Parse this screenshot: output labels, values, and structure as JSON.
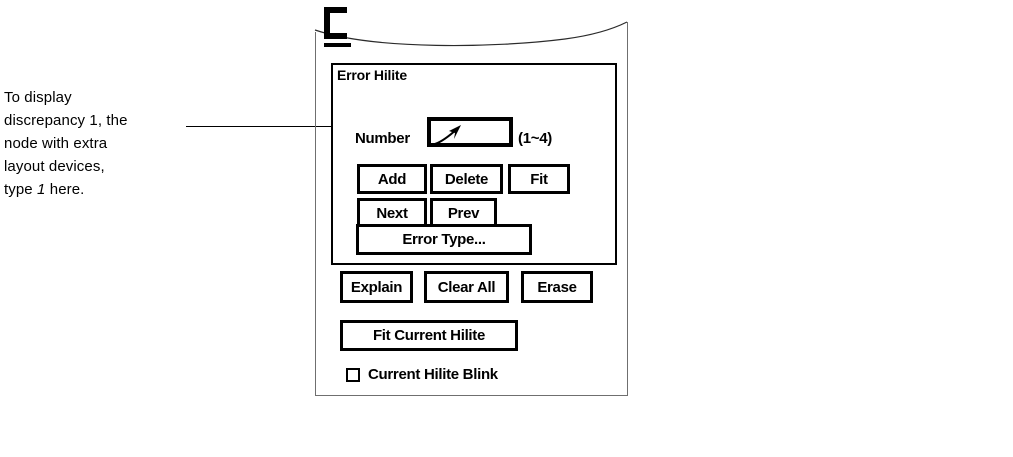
{
  "annotation": {
    "line1": "To display",
    "line2": "discrepancy 1, the",
    "line3": "node with extra",
    "line4": "layout devices,",
    "line5_pre": "type ",
    "line5_em": "1",
    "line5_post": " here."
  },
  "window": {
    "menu_icon": "window-menu-bracket-icon"
  },
  "dialog": {
    "group_title": "Error Hilite",
    "number": {
      "label": "Number",
      "value": "",
      "placeholder": "",
      "hint": "(1~4)",
      "cursor_icon": "mouse-pointer-arrow-icon"
    },
    "buttons": {
      "add": "Add",
      "delete": "Delete",
      "fit": "Fit",
      "next": "Next",
      "prev": "Prev",
      "error_type": "Error Type...",
      "explain": "Explain",
      "clear_all": "Clear All",
      "erase": "Erase",
      "fit_current_hilite": "Fit Current Hilite"
    },
    "checkbox": {
      "label": "Current Hilite Blink",
      "checked": false
    }
  },
  "colors": {
    "ink": "#000000",
    "page": "#ffffff",
    "frame_gray": "#6f6f6f"
  }
}
